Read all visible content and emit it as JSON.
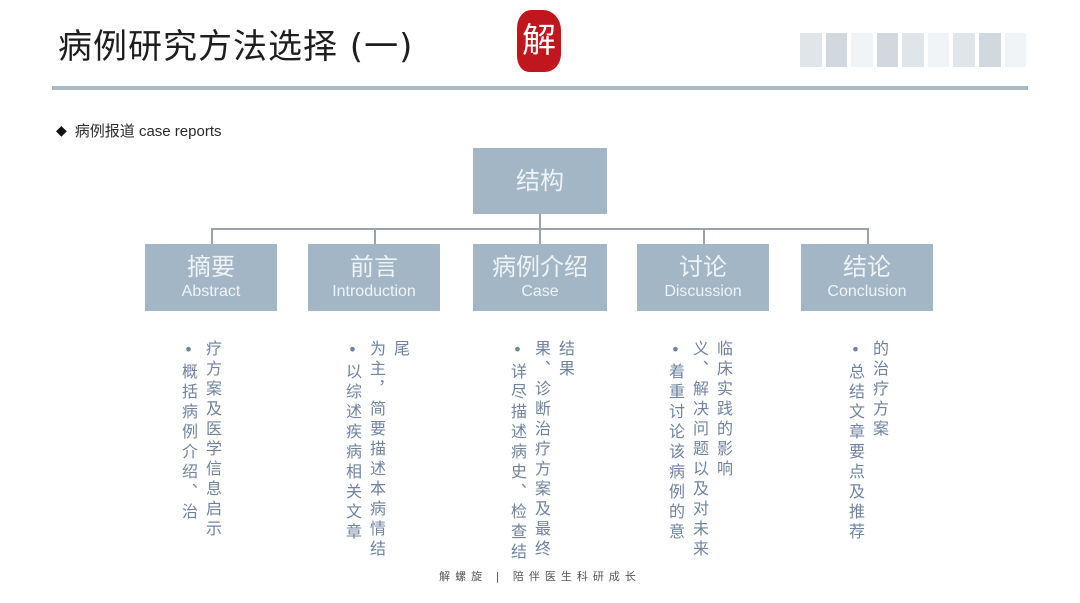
{
  "header": {
    "title": "病例研究方法选择 (一)",
    "seal_glyph": "解",
    "seal_color": "#c0161e",
    "rule_color": "#a9bac4"
  },
  "section": {
    "bullet_icon": "◆",
    "label": "病例报道 case reports"
  },
  "diagram": {
    "root": {
      "label": "结构"
    },
    "children": [
      {
        "cn": "摘要",
        "en": "Abstract",
        "desc": "•概括病例介绍、治疗方案及医学信息启示"
      },
      {
        "cn": "前言",
        "en": "Introduction",
        "desc": "•以综述疾病相关文章为主，简要描述本病情结尾"
      },
      {
        "cn": "病例介绍",
        "en": "Case",
        "desc": "•详尽描述病史、检查结果、诊断治疗方案及最终结果"
      },
      {
        "cn": "讨论",
        "en": "Discussion",
        "desc": "•着重讨论该病例的意义、解决问题以及对未来临床实践的影响"
      },
      {
        "cn": "结论",
        "en": "Conclusion",
        "desc": "•总结文章要点及推荐的治疗方案"
      }
    ],
    "box_color": "#a3b6c5",
    "desc_color": "#6f83a0"
  },
  "footer": {
    "text": "解螺旋 | 陪伴医生科研成长"
  }
}
